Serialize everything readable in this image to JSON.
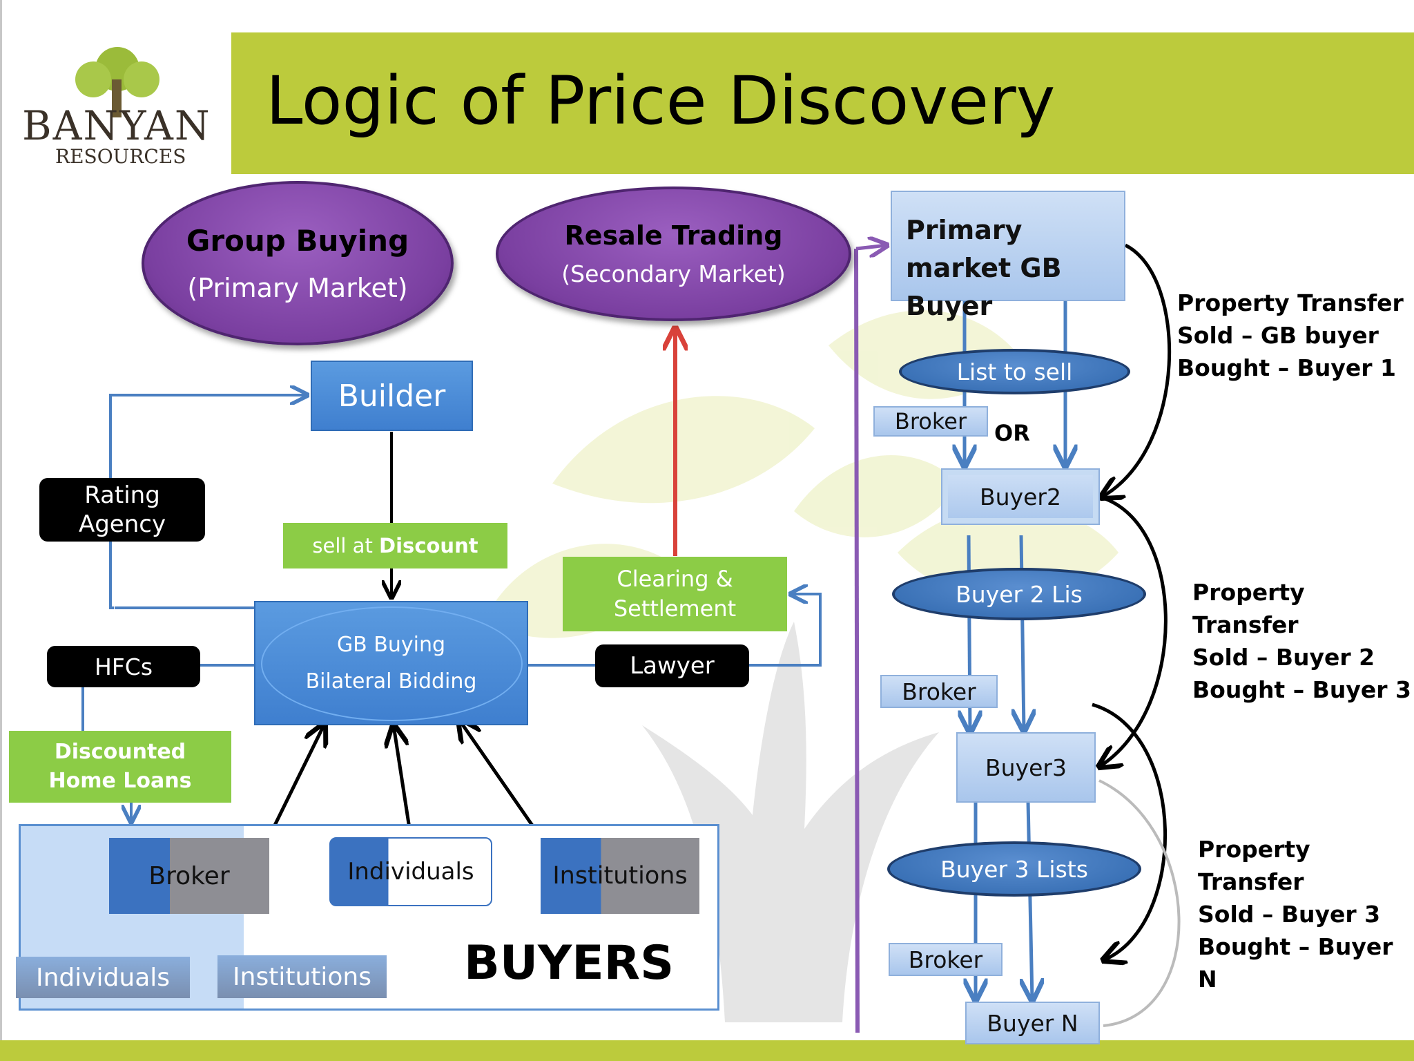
{
  "header": {
    "title": "Logic of Price Discovery",
    "logo_text": "BANYAN",
    "logo_subtext": "RESOURCES"
  },
  "colors": {
    "title_bar": "#bccb3c",
    "market_ellipse": "#7a3fa0",
    "node_blue": "#4a88d6",
    "node_green": "#8ccc46",
    "node_black": "#000000",
    "secondary_arrow": "#d9423a",
    "timeline_line": "#8a5ab3"
  },
  "diagram": {
    "group_buying": {
      "title": "Group Buying",
      "subtitle": "(Primary Market)"
    },
    "resale_trading": {
      "title": "Resale Trading",
      "subtitle": "(Secondary Market)"
    },
    "builder": "Builder",
    "rating_agency": "Rating Agency",
    "sell_at_prefix": "sell at ",
    "sell_at_bold": "Discount",
    "clearing": "Clearing & Settlement",
    "gb_buying_line1": "GB Buying",
    "gb_buying_line2": "Bilateral Bidding",
    "hfcs": "HFCs",
    "lawyer": "Lawyer",
    "discounted_loans": "Discounted Home Loans",
    "buyers_group": {
      "broker": "Broker",
      "individuals": "Individuals",
      "institutions": "Institutions",
      "sub_individuals": "Individuals",
      "sub_institutions": "Institutions",
      "label": "BUYERS"
    },
    "chain": {
      "primary_buyer": "Primary market GB Buyer",
      "list_to_sell": "List to sell",
      "broker1": "Broker",
      "or": "OR",
      "buyer2": "Buyer2",
      "buyer2_lis": "Buyer 2 Lis",
      "broker2": "Broker",
      "buyer3": "Buyer3",
      "buyer3_lists": "Buyer 3 Lists",
      "broker3": "Broker",
      "buyern": "Buyer N"
    },
    "transfers": [
      {
        "l1": "Property Transfer",
        "l2": "Sold – GB buyer",
        "l3": "Bought – Buyer 1"
      },
      {
        "l1": "Property Transfer",
        "l2": "Sold – Buyer 2",
        "l3": "Bought – Buyer 3"
      },
      {
        "l1": "Property Transfer",
        "l2": "Sold – Buyer 3",
        "l3": "Bought – Buyer N"
      }
    ]
  }
}
